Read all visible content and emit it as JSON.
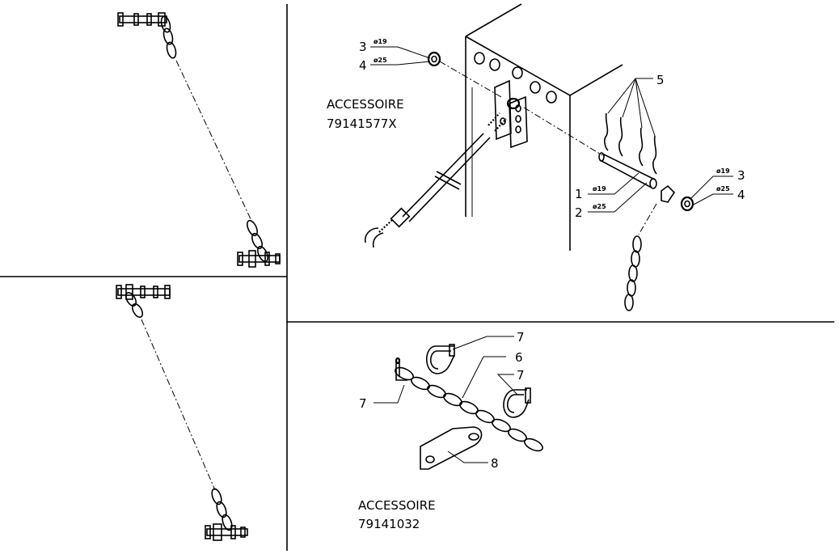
{
  "panels": {
    "top_right": {
      "accessory_title": "ACCESSOIRE",
      "accessory_code": "79141577X",
      "callouts": {
        "c1": "1",
        "c2": "2",
        "c3a": "3",
        "c4a": "4",
        "c3b": "3",
        "c4b": "4",
        "c5": "5"
      },
      "dimensions": {
        "d19a": "ø19",
        "d25a": "ø25",
        "d19b": "ø19",
        "d25b": "ø25",
        "d19c": "ø19",
        "d25c": "ø25"
      }
    },
    "bottom_right": {
      "accessory_title": "ACCESSOIRE",
      "accessory_code": "79141032",
      "callouts": {
        "c6": "6",
        "c7a": "7",
        "c7b": "7",
        "c7c": "7",
        "c8": "8"
      }
    }
  }
}
